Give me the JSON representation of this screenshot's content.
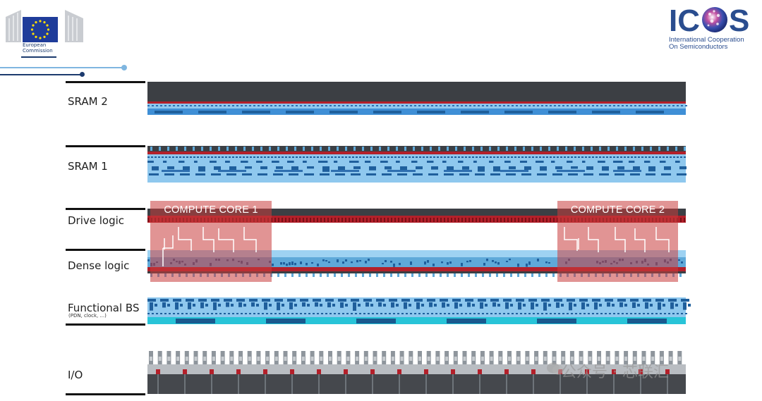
{
  "header": {
    "ec_logo_text": [
      "European",
      "Commission"
    ],
    "icos_logo_text": "ICOS",
    "icos_subtitle": [
      "International Cooperation",
      "On Semiconductors"
    ]
  },
  "layers": [
    {
      "id": "sram2",
      "label": "SRAM 2",
      "sublabel": ""
    },
    {
      "id": "sram1",
      "label": "SRAM 1",
      "sublabel": ""
    },
    {
      "id": "drive",
      "label": "Drive logic",
      "sublabel": ""
    },
    {
      "id": "dense",
      "label": "Dense logic",
      "sublabel": ""
    },
    {
      "id": "functional",
      "label": "Functional BS",
      "sublabel": "(PDN, clock, ...)"
    },
    {
      "id": "io",
      "label": "I/O",
      "sublabel": ""
    }
  ],
  "cores": [
    {
      "label": "COMPUTE CORE 1"
    },
    {
      "label": "COMPUTE CORE 2"
    }
  ],
  "watermark": "公众号 · 芯联汇",
  "colors": {
    "dark_layer": "#3c3f44",
    "red_bond": "#b3202a",
    "blue_light": "#7fc0ea",
    "blue_dark": "#1f5f9c",
    "cyan": "#28c4d8",
    "core_overlay": "#c83c3c",
    "navy": "#1c3b6e"
  }
}
